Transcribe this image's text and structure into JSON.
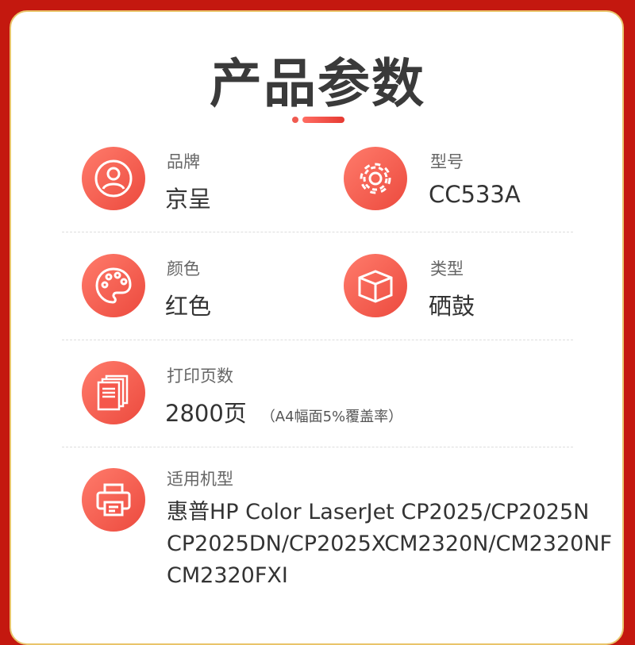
{
  "title": "产品参数",
  "specs": {
    "brand": {
      "label": "品牌",
      "value": "京呈"
    },
    "model": {
      "label": "型号",
      "value": "CC533A"
    },
    "color": {
      "label": "颜色",
      "value": "红色"
    },
    "type": {
      "label": "类型",
      "value": "硒鼓"
    },
    "pages": {
      "label": "打印页数",
      "value": "2800页",
      "note": "（A4幅面5%覆盖率）"
    },
    "compatible": {
      "label": "适用机型",
      "lines": [
        "惠普HP Color LaserJet CP2025/CP2025N",
        "CP2025DN/CP2025XCM2320N/CM2320NF",
        "CM2320FXI"
      ]
    }
  },
  "colors": {
    "frame": "#c4180f",
    "accent": "#f05a50"
  }
}
